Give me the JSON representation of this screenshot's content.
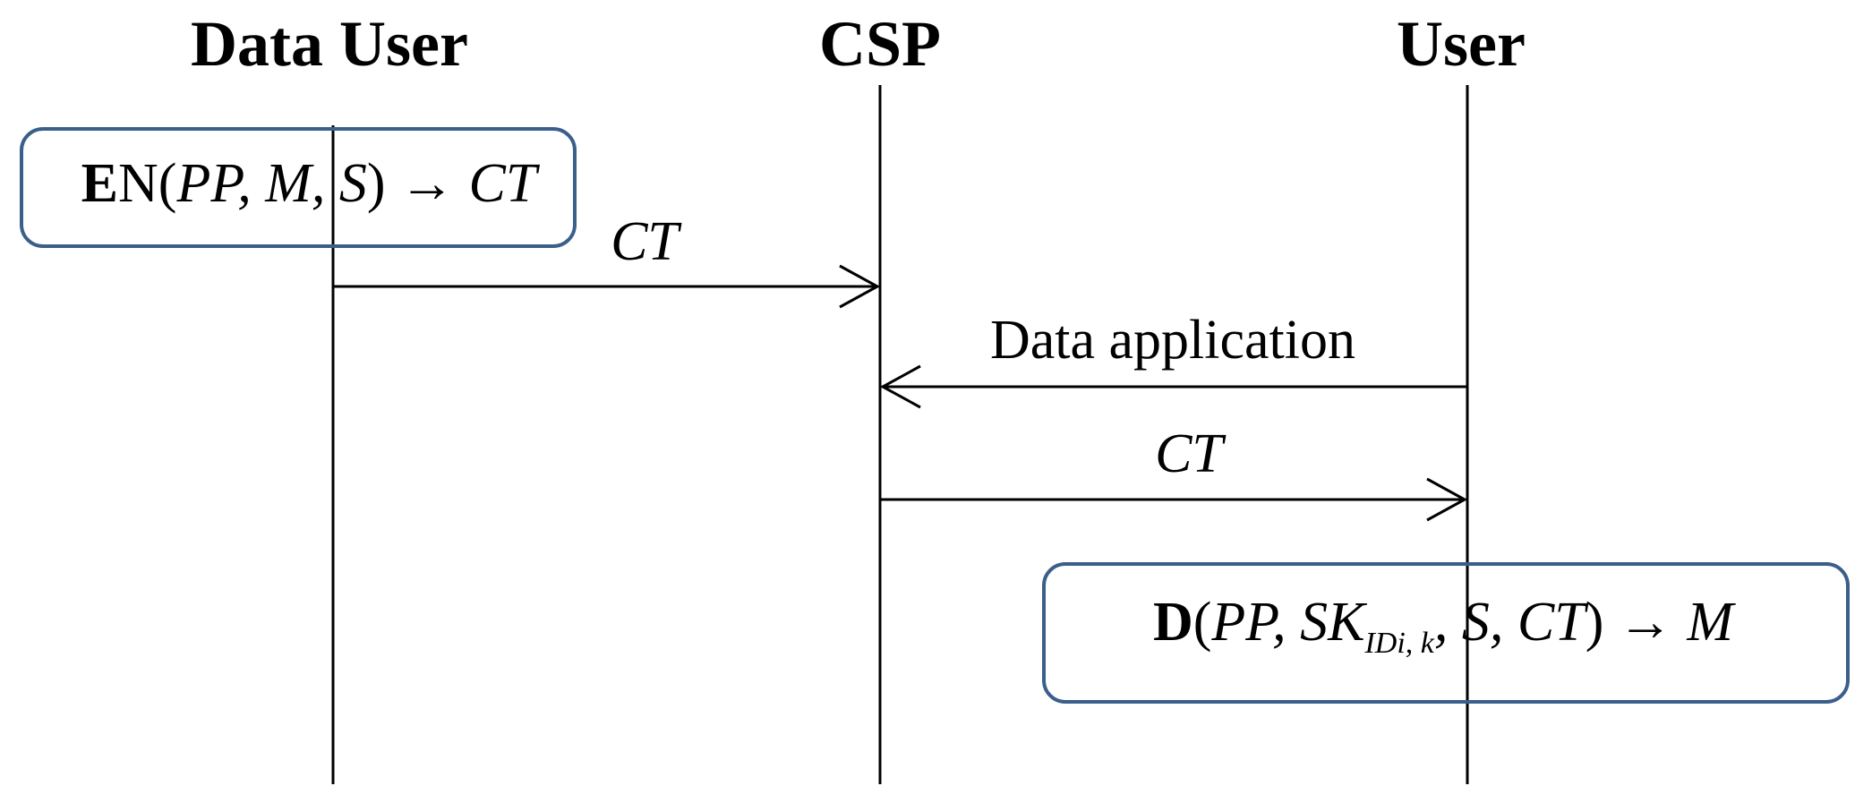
{
  "actors": {
    "data_user": "Data User",
    "csp": "CSP",
    "user": "User"
  },
  "messages": {
    "data_user_to_csp": "CT",
    "user_to_csp": "Data application",
    "csp_to_user": "CT"
  },
  "encrypt_box": {
    "op": "E",
    "op_rest": "N",
    "args_open": "(",
    "args": "PP, M, S",
    "args_close": ")",
    "arrow": "→",
    "result": "CT"
  },
  "decrypt_box": {
    "op": "D",
    "args_open": "(",
    "arg1": "PP, SK",
    "subscript": "IDi, k",
    "arg_rest": ", S, CT",
    "args_close": ")",
    "arrow": "→",
    "result": "M"
  },
  "colors": {
    "box_border": "#3a5f8a",
    "lines": "#000000"
  }
}
